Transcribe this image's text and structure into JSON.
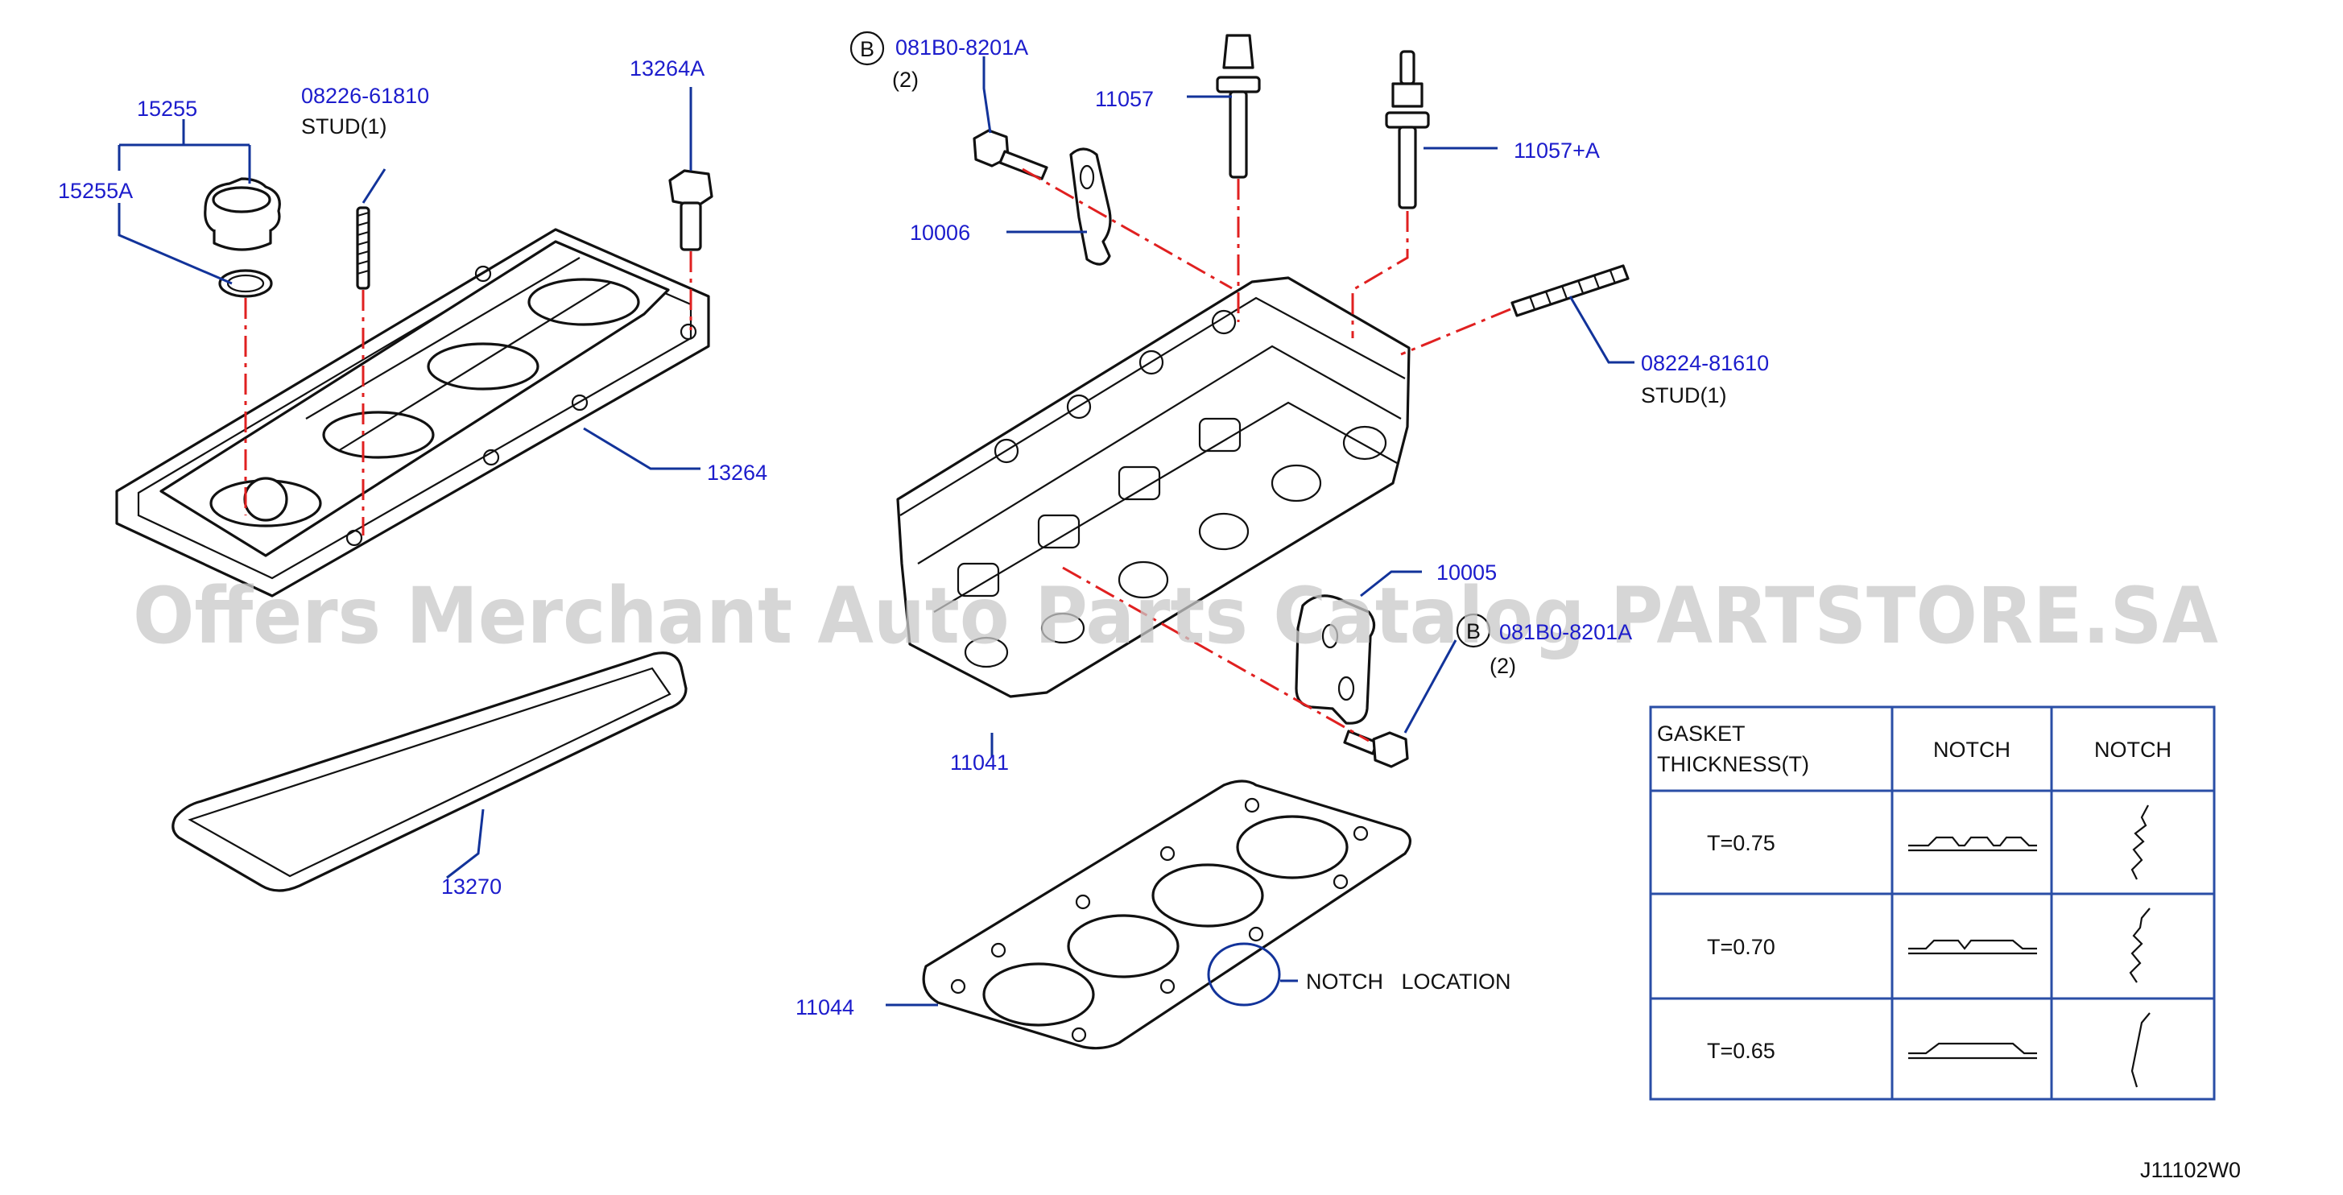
{
  "watermark": "Offers Merchant Auto Parts Catalog PARTSTORE.SA",
  "diagram_code": "J11102W0",
  "callouts": {
    "p15255": "15255",
    "p15255a": "15255A",
    "p08226": "08226-61810",
    "p08226_note": "STUD(1)",
    "p13264a": "13264A",
    "p13264": "13264",
    "p13270": "13270",
    "b_top_symbol": "B",
    "b_top_code": "081B0-8201A",
    "b_top_qty": "(2)",
    "p11057": "11057",
    "p11057a": "11057+A",
    "p10006": "10006",
    "p08224": "08224-81610",
    "p08224_note": "STUD(1)",
    "p10005": "10005",
    "b_mid_symbol": "B",
    "b_mid_code": "081B0-8201A",
    "b_mid_qty": "(2)",
    "p11041": "11041",
    "p11044": "11044",
    "notch_location": "NOTCH   LOCATION"
  },
  "table": {
    "headers": [
      "GASKET",
      "THICKNESS(T)",
      "NOTCH",
      "NOTCH"
    ],
    "rows": [
      "T=0.75",
      "T=0.70",
      "T=0.65"
    ]
  }
}
